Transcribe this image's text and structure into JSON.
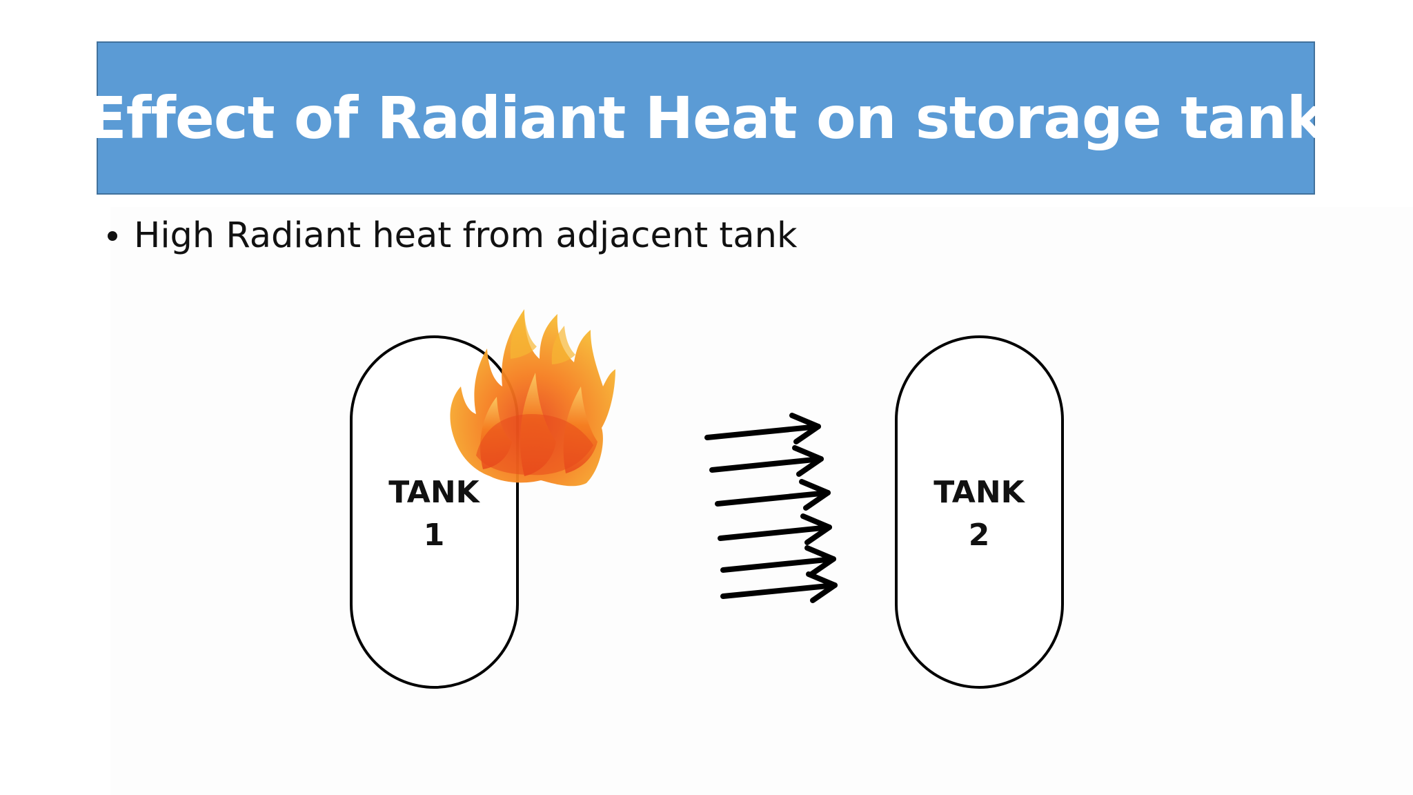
{
  "slide": {
    "title": "Effect of Radiant Heat on storage tank",
    "bullets": [
      "High Radiant heat from adjacent tank"
    ]
  },
  "diagram": {
    "tanks": [
      {
        "label_line1": "TANK",
        "label_line2": "1",
        "on_fire": true
      },
      {
        "label_line1": "TANK",
        "label_line2": "2",
        "on_fire": false
      }
    ],
    "heat_arrow_count": 6,
    "colors": {
      "title_bar": "#5b9bd5",
      "title_text": "#ffffff",
      "outline": "#000000",
      "flame_outer": "#f7b733",
      "flame_mid": "#f57c1f",
      "flame_inner": "#e8481c"
    }
  }
}
